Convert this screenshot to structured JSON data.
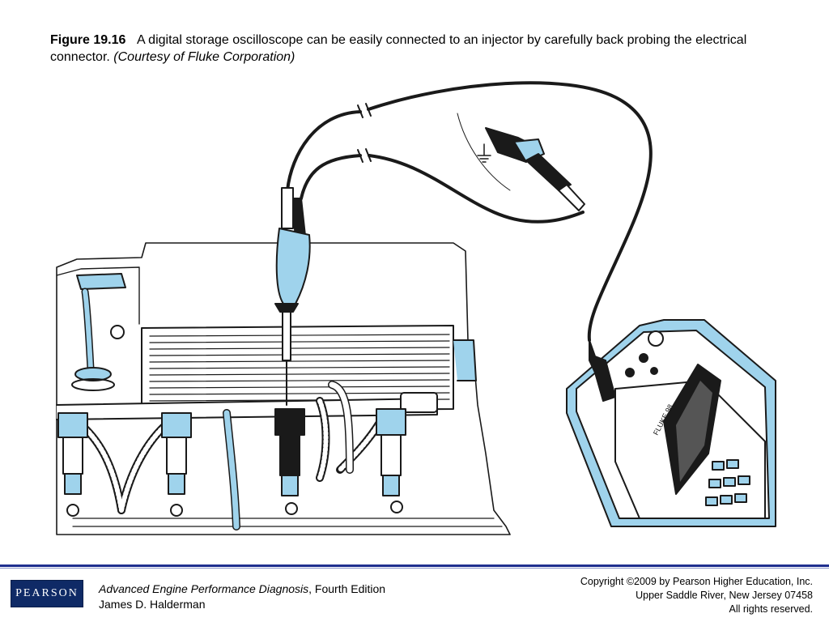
{
  "caption": {
    "figure_number": "Figure 19.16",
    "text": "A digital storage oscilloscope can be easily connected to an injector by carefully back probing the electrical connector.",
    "credit": "(Courtesy of Fluke Corporation)"
  },
  "illustration": {
    "scope_brand": "FLUKE 98",
    "accent_color": "#9fd3ec",
    "line_color": "#1a1a1a"
  },
  "footer": {
    "logo_text": "PEARSON",
    "book_title": "Advanced Engine Performance Diagnosis",
    "edition": ", Fourth Edition",
    "author": "James D. Halderman",
    "copyright": "Copyright ©2009 by Pearson Higher Education, Inc.",
    "address": "Upper Saddle River, New Jersey 07458",
    "rights": "All rights reserved.",
    "rule_color": "#1f2f8f"
  }
}
